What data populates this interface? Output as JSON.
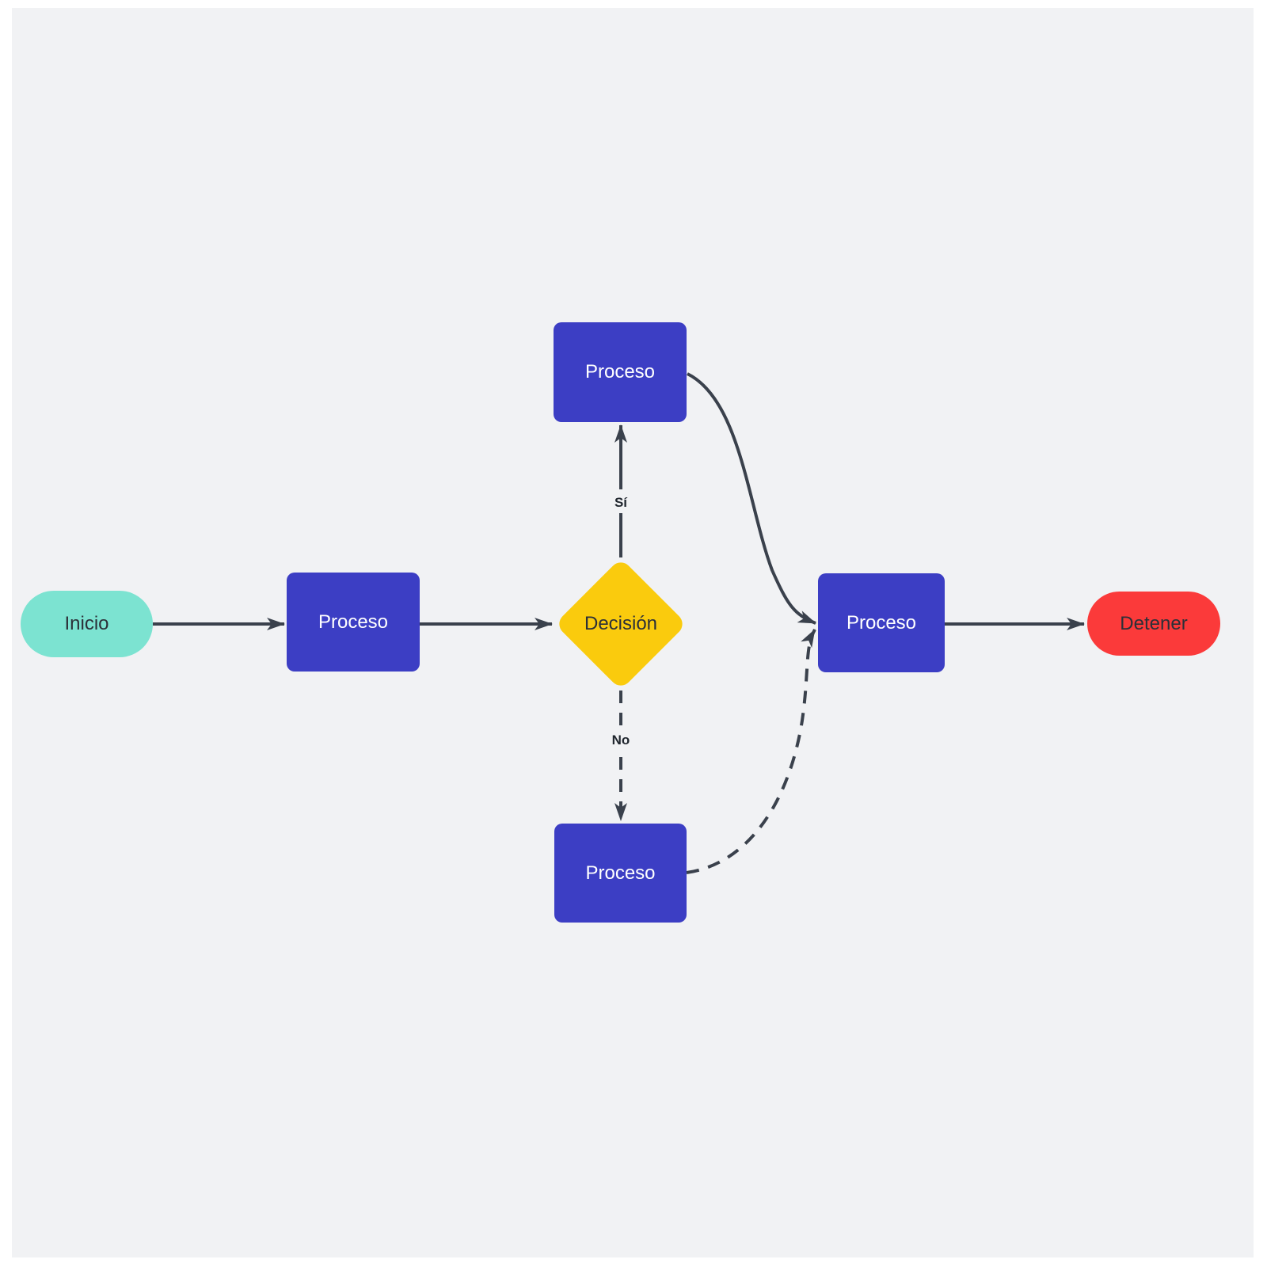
{
  "canvas": {
    "page_background": "#ffffff",
    "background": "#f1f2f4"
  },
  "palette": {
    "process_fill": "#3c3ec4",
    "start_fill": "#7ce3d1",
    "decision_fill": "#facb0d",
    "stop_fill": "#fb3a3a",
    "edge_color": "#3a414c",
    "label_dark": "#2c3038",
    "label_light": "#ffffff"
  },
  "nodes": [
    {
      "id": "start",
      "shape": "terminator",
      "label": "Inicio"
    },
    {
      "id": "process-1",
      "shape": "process",
      "label": "Proceso"
    },
    {
      "id": "decision-1",
      "shape": "decision",
      "label": "Decisión"
    },
    {
      "id": "process-yes",
      "shape": "process",
      "label": "Proceso"
    },
    {
      "id": "process-no",
      "shape": "process",
      "label": "Proceso"
    },
    {
      "id": "process-merge",
      "shape": "process",
      "label": "Proceso"
    },
    {
      "id": "stop",
      "shape": "terminator",
      "label": "Detener"
    }
  ],
  "edges": [
    {
      "id": "start-to-process1",
      "from": "start",
      "to": "process-1",
      "style": "solid",
      "label": ""
    },
    {
      "id": "process1-to-decision",
      "from": "process-1",
      "to": "decision-1",
      "style": "solid",
      "label": ""
    },
    {
      "id": "decision-to-process-yes",
      "from": "decision-1",
      "to": "process-yes",
      "style": "solid",
      "label": "Sí"
    },
    {
      "id": "decision-to-process-no",
      "from": "decision-1",
      "to": "process-no",
      "style": "dashed",
      "label": "No"
    },
    {
      "id": "process-yes-to-merge",
      "from": "process-yes",
      "to": "process-merge",
      "style": "solid",
      "label": ""
    },
    {
      "id": "process-no-to-merge",
      "from": "process-no",
      "to": "process-merge",
      "style": "dashed",
      "label": ""
    },
    {
      "id": "merge-to-stop",
      "from": "process-merge",
      "to": "stop",
      "style": "solid",
      "label": ""
    }
  ]
}
